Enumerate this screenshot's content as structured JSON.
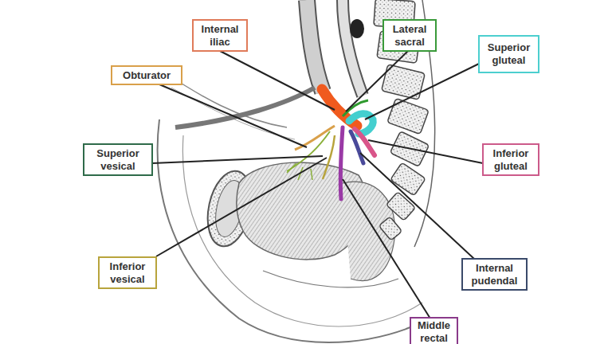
{
  "diagram": {
    "nodes": [
      {
        "text": [
          "Internal iliac"
        ]
      },
      {
        "text": [
          "Lateral sacral"
        ]
      },
      {
        "text": [
          "Superior gluteal"
        ]
      },
      {
        "text": [
          "Obturator"
        ]
      },
      {
        "text": [
          "Superior vesical"
        ]
      },
      {
        "text": [
          "Inferior gluteal"
        ]
      },
      {
        "text": [
          "Inferior vesical"
        ]
      },
      {
        "text": [
          "Internal pudendal"
        ]
      },
      {
        "text": [
          "Middle rectal"
        ]
      }
    ]
  }
}
